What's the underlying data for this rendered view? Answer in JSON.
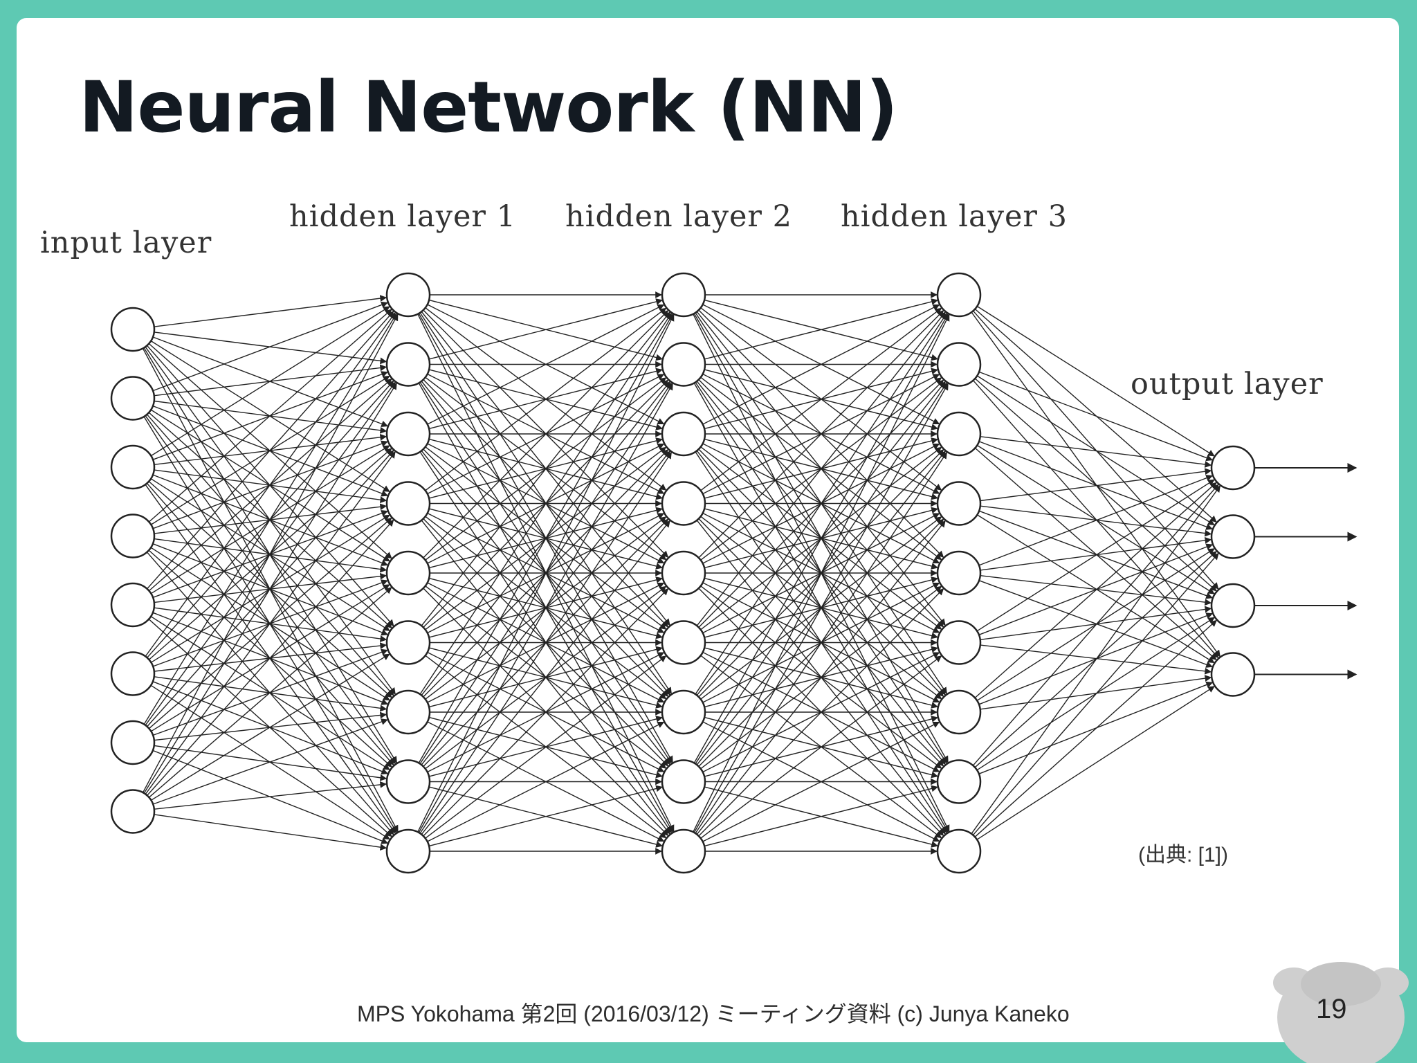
{
  "slide": {
    "title": "Neural Network (NN)",
    "layers": {
      "input": "input layer",
      "hidden1": "hidden layer 1",
      "hidden2": "hidden layer 2",
      "hidden3": "hidden layer 3",
      "output": "output layer"
    },
    "node_counts": [
      8,
      9,
      9,
      9,
      4
    ],
    "source_note": "(出典: [1])",
    "footer": "MPS Yokohama 第2回 (2016/03/12) ミーティング資料 (c) Junya Kaneko",
    "page_number": "19"
  },
  "colors": {
    "frame": "#5ec9b3",
    "background": "#ffffff",
    "ink": "#222222",
    "mascot": "#cdcdcd"
  }
}
